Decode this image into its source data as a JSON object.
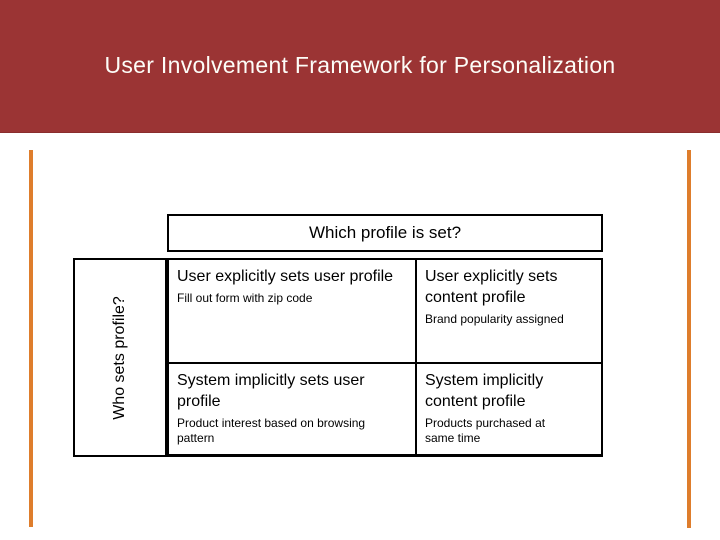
{
  "header": {
    "title": "User Involvement Framework for Personalization",
    "background_color": "#9B3434",
    "text_color": "#FDFDF8"
  },
  "accents": {
    "line_color": "#DE7D2C"
  },
  "matrix": {
    "column_question": "Which profile is set?",
    "row_question": "Who sets profile?",
    "cells": [
      {
        "title": "User explicitly sets user profile",
        "example": "Fill out form with zip code"
      },
      {
        "title": "User explicitly sets content profile",
        "example": "Brand popularity assigned"
      },
      {
        "title": "System implicitly sets user profile",
        "example": "Product interest based on browsing pattern"
      },
      {
        "title": "System implicitly content profile",
        "example": "Products purchased at same time"
      }
    ]
  }
}
